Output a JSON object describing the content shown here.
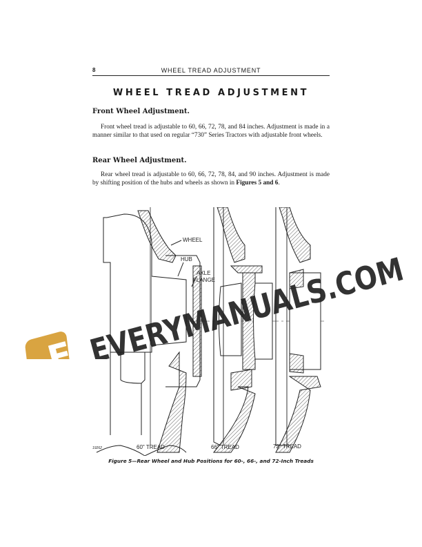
{
  "header": {
    "page_number": "8",
    "running_title": "WHEEL TREAD ADJUSTMENT"
  },
  "title": "WHEEL TREAD ADJUSTMENT",
  "sections": [
    {
      "heading": "Front Wheel Adjustment.",
      "body": "Front wheel tread is adjustable to 60, 66, 72, 78, and 84 inches. Adjustment is made in a manner similar to that used on regular “730” Series Tractors with adjustable front wheels."
    },
    {
      "heading": "Rear Wheel Adjustment.",
      "body_prefix": "Rear wheel tread is adjustable to 60, 66, 72, 78, 84, and 90 inches. Adjustment is made by shifting position of the hubs and wheels as shown in ",
      "body_ref": "Figures 5 and 6",
      "body_suffix": "."
    }
  ],
  "figure": {
    "labels": {
      "wheel": "WHEEL",
      "hub": "HUB",
      "axle": "AXLE",
      "flange": "FLANGE",
      "neg_no": "19262"
    },
    "treads": [
      "60\" TREAD",
      "66\" TREAD",
      "72\" TREAD"
    ],
    "caption": "Figure 5—Rear Wheel and Hub Positions for 60-, 66-, and 72-Inch Treads"
  },
  "watermark": {
    "text": "EVERYMANUALS.COM",
    "logo_letter": "E",
    "color": "#222222",
    "logo_color": "#d9a441"
  }
}
